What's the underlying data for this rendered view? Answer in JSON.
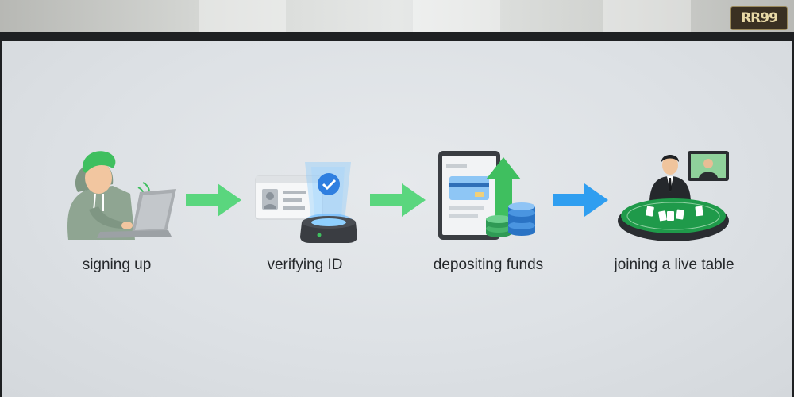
{
  "logo": {
    "text": "RR99"
  },
  "flow": {
    "steps": [
      {
        "label": "signing up",
        "icon": "person-laptop-icon"
      },
      {
        "label": "verifying ID",
        "icon": "id-card-scanner-icon"
      },
      {
        "label": "depositing funds",
        "icon": "tablet-deposit-icon"
      },
      {
        "label": "joining a live table",
        "icon": "live-dealer-table-icon"
      }
    ],
    "arrows": [
      {
        "color": "#5ad67e"
      },
      {
        "color": "#5ad67e"
      },
      {
        "color": "#2f9ef0"
      }
    ]
  },
  "colors": {
    "green_accent": "#3fbf5f",
    "blue_accent": "#2f9ef0",
    "table_felt": "#1f9a4a"
  }
}
